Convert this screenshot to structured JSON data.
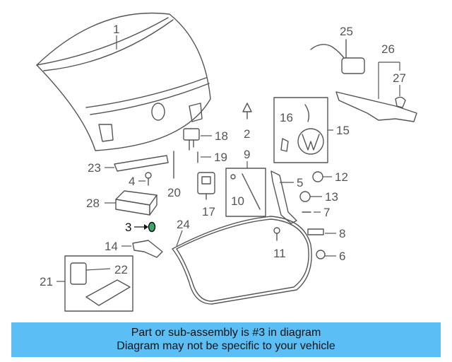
{
  "labels": {
    "p1": "1",
    "p2": "2",
    "p3": "3",
    "p4": "4",
    "p5": "5",
    "p6": "6",
    "p7": "7",
    "p8": "8",
    "p9": "9",
    "p10": "10",
    "p11": "11",
    "p12": "12",
    "p13": "13",
    "p14": "14",
    "p15": "15",
    "p16": "16",
    "p17": "17",
    "p18": "18",
    "p19": "19",
    "p20": "20",
    "p21": "21",
    "p22": "22",
    "p23": "23",
    "p24": "24",
    "p25": "25",
    "p26": "26",
    "p27": "27",
    "p28": "28"
  },
  "highlight": {
    "part": "3",
    "color": "#3fa66a"
  },
  "footer": {
    "line1": "Part or sub-assembly is #3 in diagram",
    "line2": "Diagram may not be specific to your vehicle",
    "background": "#5bbff5"
  }
}
